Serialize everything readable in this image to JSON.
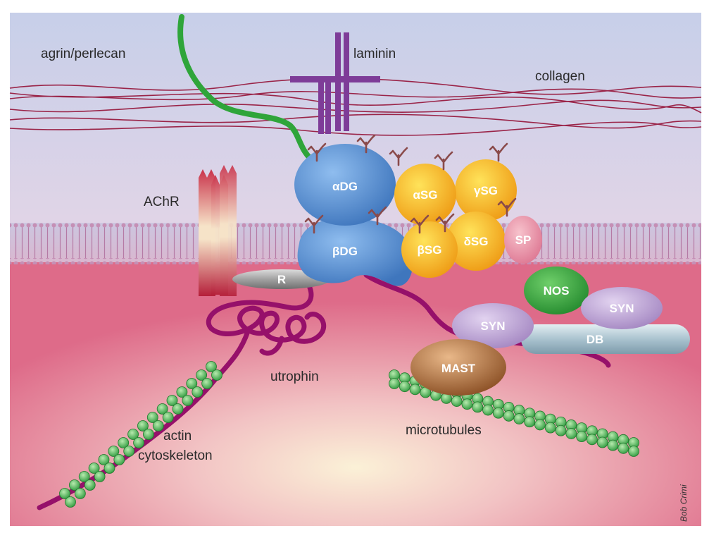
{
  "labels": {
    "agrin": "agrin/perlecan",
    "laminin": "laminin",
    "collagen": "collagen",
    "achr": "AChR",
    "utrophin": "utrophin",
    "actin_line1": "actin",
    "actin_line2": "cytoskeleton",
    "microtubules": "microtubules",
    "credit": "Bob Crimi"
  },
  "proteins": {
    "alpha_dg": "αDG",
    "beta_dg": "βDG",
    "alpha_sg": "αSG",
    "gamma_sg": "γSG",
    "beta_sg": "βSG",
    "delta_sg": "δSG",
    "sp": "SP",
    "r": "R",
    "nos": "NOS",
    "syn_upper": "SYN",
    "syn_lower": "SYN",
    "db": "DB",
    "mast": "MAST"
  },
  "colors": {
    "dg": "#4a84c9",
    "sg": "#f0a818",
    "sp": "#e5889c",
    "nos": "#2f9a38",
    "syn": "#b79ccf",
    "db": "#b9cfd8",
    "mast": "#a86c3e",
    "utrophin": "#96106a",
    "agrin": "#2fa53a",
    "laminin": "#7e3c98",
    "collagen": "#9a2448",
    "beads": "#3da64a"
  }
}
